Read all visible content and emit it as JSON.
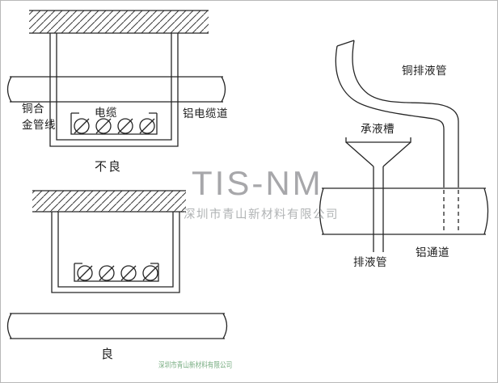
{
  "colors": {
    "line": "#252525",
    "watermark_gray": "#98989c",
    "watermark_green": "#63a06e",
    "background": "#ffffff"
  },
  "watermarks": {
    "logo": "TIS-NM",
    "company": "深圳市青山新材料有限公司",
    "footer": "深圳市青山新材料有限公司"
  },
  "top_diagram": {
    "pipe_label_line1": "铜合",
    "pipe_label_line2": "金管线",
    "cable_label": "电缆",
    "duct_label": "铝电缆道",
    "caption": "不良"
  },
  "bottom_diagram": {
    "caption": "良"
  },
  "right_diagram": {
    "copper_drain_label": "铜排液管",
    "trough_label": "承液槽",
    "drain_label": "排液管",
    "channel_label": "铝通道"
  }
}
